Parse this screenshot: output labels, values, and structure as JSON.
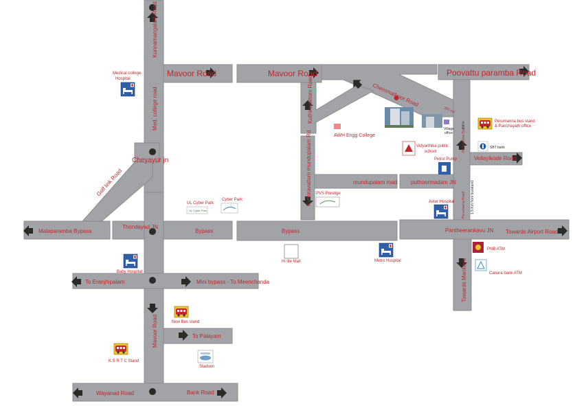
{
  "roads": {
    "mavoor_road_west": "Mavoor Road",
    "mavoor_road_center": "Mavoor Road",
    "poovattu_paramba_road": "Poovattu paramba Road",
    "kunnamangalam_road": "Kunnamangalam Road",
    "medical_college_road": "Med. college road",
    "cheyayur_jn": "Cheyayur jn",
    "golf_link_road": "Golf link Road",
    "malaparamba_bypass": "Malaparamba Bypass",
    "thondayad_jn": "Thondayad JN",
    "bypass_west": "Bypass",
    "bypass_center": "Bypass",
    "kuthiravattom_road": "Kuthiravattom Road",
    "chemmathoor_road": "Chemmathoor Road",
    "three_hundred_m": "300 mtr",
    "kuthiravattom_mundupalam_rd": "Kuthiravattom mundupalam Rd",
    "mundupalam_road": "mundupalam road",
    "puthoormadam_jn": "puthoormadam JN",
    "pantheerankavu_jn": "Pantheerankavu JN",
    "towards_airport_road": "Towards Airport Road",
    "towards_mankave": "Towards Mankave",
    "vellayikode_road": "Vellayikode Road",
    "perumanna_road": "Perumanna Road",
    "perumanna_town": "Perumanna Town",
    "one_km": "1 Km",
    "bus_stand_distance": "1.5 Km from busstand",
    "to_eranjhipalam": "To Eranjhipalam",
    "mini_bypass": "Mini bypass  - To Meenchanda",
    "to_palayam": "To Palayam",
    "mavoor_road_south": "Mavoor Road",
    "wayanad_road": "Wayanad Road",
    "bank_road": "Bank Road"
  },
  "places": {
    "medical_college_hospital_line1": "Medical college",
    "medical_college_hospital_line2": "Hospital",
    "ul_cyber_park": "UL Cyber Park",
    "ul_cyber_park_logo": "UL Cyber Park",
    "cyber_park": "Cyber Park",
    "awh_engg_college": "AWH Engg College",
    "village_office_line1": "Village",
    "village_office_line2": "office",
    "vidyarthika_line1": "Vidyarthika public",
    "vidyarthika_line2": "school",
    "petrol_pump": "Petrol Pump",
    "pvs_prestige": "PVS Prestige",
    "aster_hospital": "Aster Hospital",
    "perumanna_bus_stand_line1": "Perumanna bus stand",
    "perumanna_bus_stand_line2": "& Panchayath office",
    "sbt_bank": "SBT bank",
    "baby_hospital": "Baby Hospital",
    "hilite_mall": "Hi lite Mall",
    "metro_hospital": "Metro Hospital",
    "pnb_atm": "PNB ATM",
    "canara_bank_atm": "Canara bank ATM",
    "new_bus_stand": "New Bus stand",
    "ksrtc_stand": "K S R T C Stand",
    "stadium": "Stadium"
  },
  "colors": {
    "road_fill": "#a2a3a6",
    "road_stroke": "#8a8b8e",
    "label": "#c0272d",
    "hospital_icon": "#2e5fa8",
    "bus_icon": "#c0272d"
  }
}
